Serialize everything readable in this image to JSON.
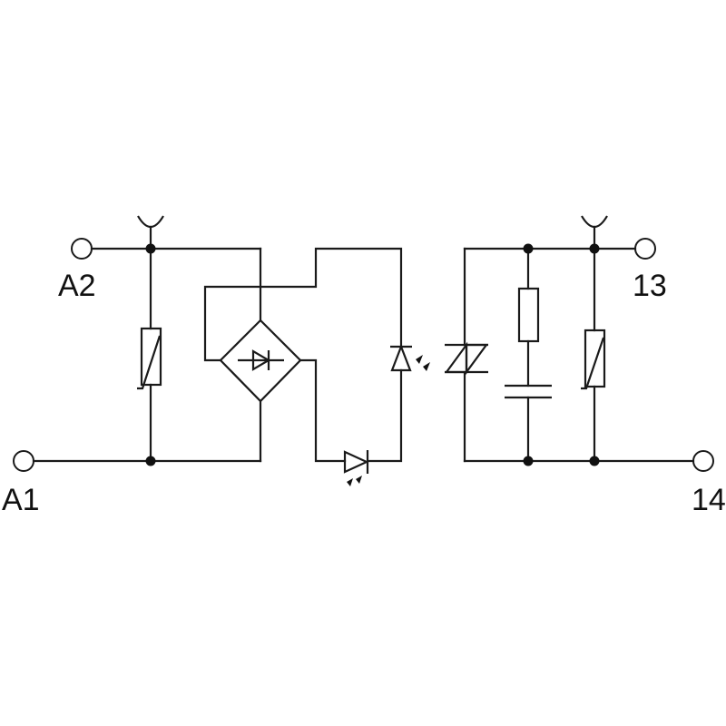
{
  "terminals": {
    "a2": "A2",
    "a1": "A1",
    "t13": "13",
    "t14": "14"
  },
  "colors": {
    "line": "#1a1a1a",
    "background": "#ffffff"
  }
}
